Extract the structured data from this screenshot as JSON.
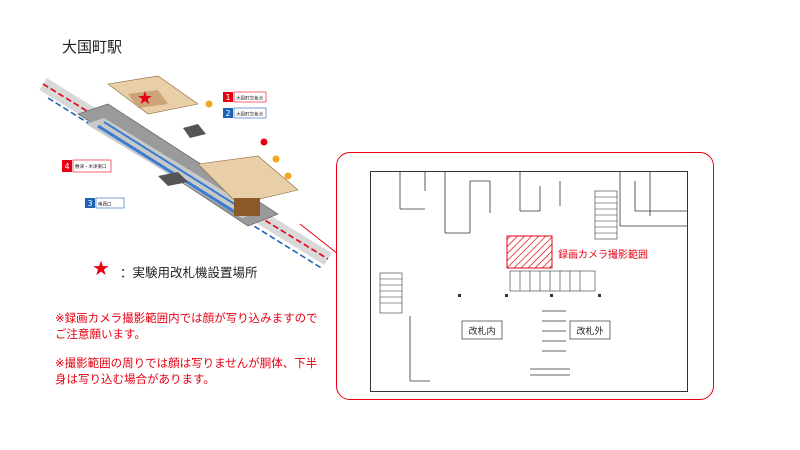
{
  "page": {
    "title": "大国町駅"
  },
  "map": {
    "exits": [
      {
        "number": "1",
        "label": "大国町交差点",
        "color": "#e60012"
      },
      {
        "number": "2",
        "label": "大国町交差点",
        "color": "#1d63b5"
      },
      {
        "number": "3",
        "label": "南西口",
        "color": "#1d63b5"
      },
      {
        "number": "4",
        "label": "敷津・木津東口",
        "color": "#e60012"
      }
    ]
  },
  "legend": {
    "star_symbol": "★",
    "text": "：実験用改札機設置場所"
  },
  "notes": {
    "line1": "※録画カメラ撮影範囲内では顔が写り込みますので",
    "line2": "ご注意願います。",
    "line3": "※撮影範囲の周りでは顔は写りませんが胴体、下半",
    "line4": "身は写り込む場合があります。"
  },
  "floor_plan": {
    "camera_label": "録画カメラ撮影範囲",
    "inside_label": "改札内",
    "outside_label": "改札外"
  },
  "colors": {
    "accent": "#e60012",
    "blue": "#1d63b5",
    "concourse": "#e8cfa8"
  }
}
